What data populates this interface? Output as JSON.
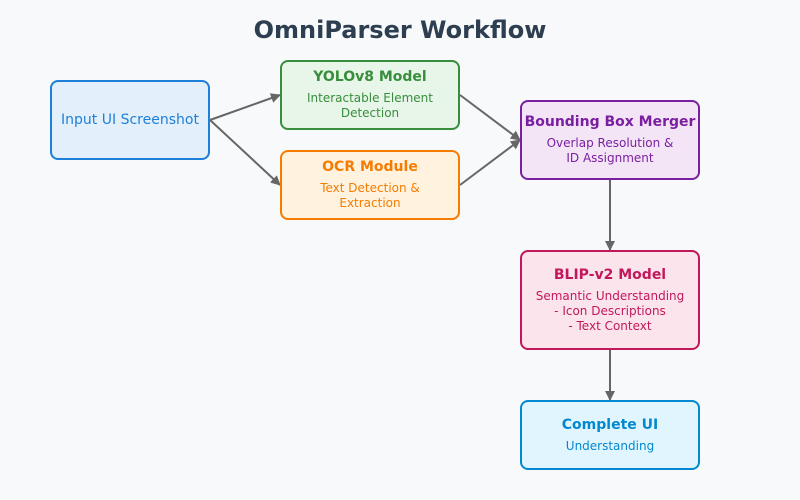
{
  "title": "OmniParser Workflow",
  "nodes": {
    "input": {
      "label": "Input UI Screenshot",
      "border": "#1e7fd8",
      "fill": "#e3f0fc",
      "color": "#1e7fd8"
    },
    "yolo": {
      "label": "YOLOv8 Model",
      "sub": "Interactable Element\nDetection",
      "border": "#388e3c",
      "fill": "#e8f5e9",
      "color": "#388e3c"
    },
    "ocr": {
      "label": "OCR Module",
      "sub": "Text Detection &\nExtraction",
      "border": "#f57c00",
      "fill": "#fff3e0",
      "color": "#f57c00"
    },
    "merger": {
      "label": "Bounding Box Merger",
      "sub": "Overlap Resolution &\nID Assignment",
      "border": "#7b1fa2",
      "fill": "#f3e5f5",
      "color": "#7b1fa2"
    },
    "blip": {
      "label": "BLIP-v2 Model",
      "sub": "Semantic Understanding\n- Icon Descriptions\n- Text Context",
      "border": "#c2185b",
      "fill": "#fce4ec",
      "color": "#c2185b"
    },
    "complete": {
      "label": "Complete UI",
      "sub": "Understanding",
      "border": "#0288d1",
      "fill": "#e1f5fe",
      "color": "#0288d1"
    }
  },
  "edges": [
    [
      "input",
      "yolo"
    ],
    [
      "input",
      "ocr"
    ],
    [
      "yolo",
      "merger"
    ],
    [
      "ocr",
      "merger"
    ],
    [
      "merger",
      "blip"
    ],
    [
      "blip",
      "complete"
    ]
  ],
  "edge_color": "#666666"
}
